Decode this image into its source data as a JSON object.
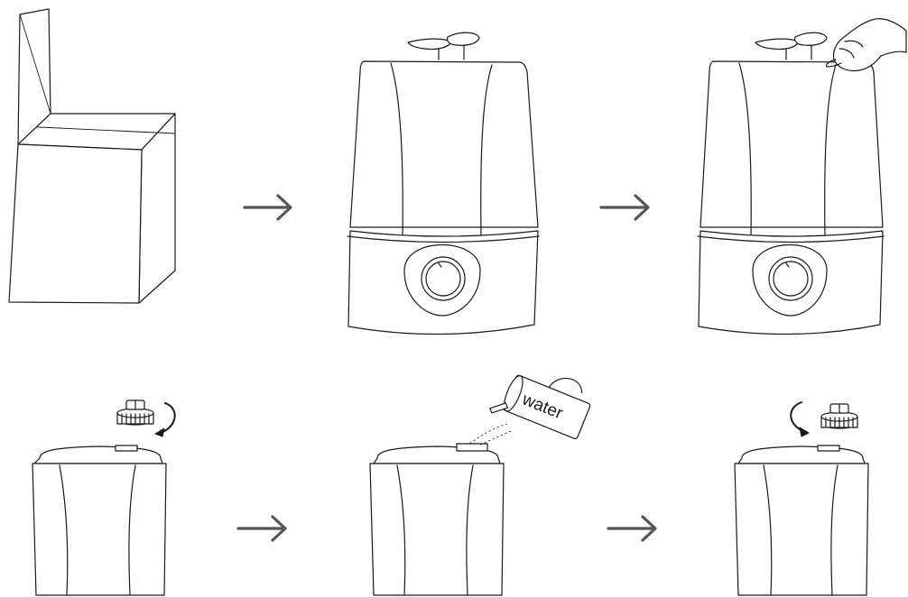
{
  "diagram": {
    "steps": [
      {
        "id": 1,
        "subject": "box"
      },
      {
        "id": 2,
        "subject": "humidifier"
      },
      {
        "id": 3,
        "subject": "humidifier-with-hand-lifting-tank"
      },
      {
        "id": 4,
        "subject": "tank-cap-unscrew"
      },
      {
        "id": 5,
        "subject": "tank-fill-water"
      },
      {
        "id": 6,
        "subject": "tank-cap-screw"
      }
    ],
    "watering_can_label": "water",
    "arrow_color": "#555555",
    "line_color": "#1a1a1a"
  }
}
